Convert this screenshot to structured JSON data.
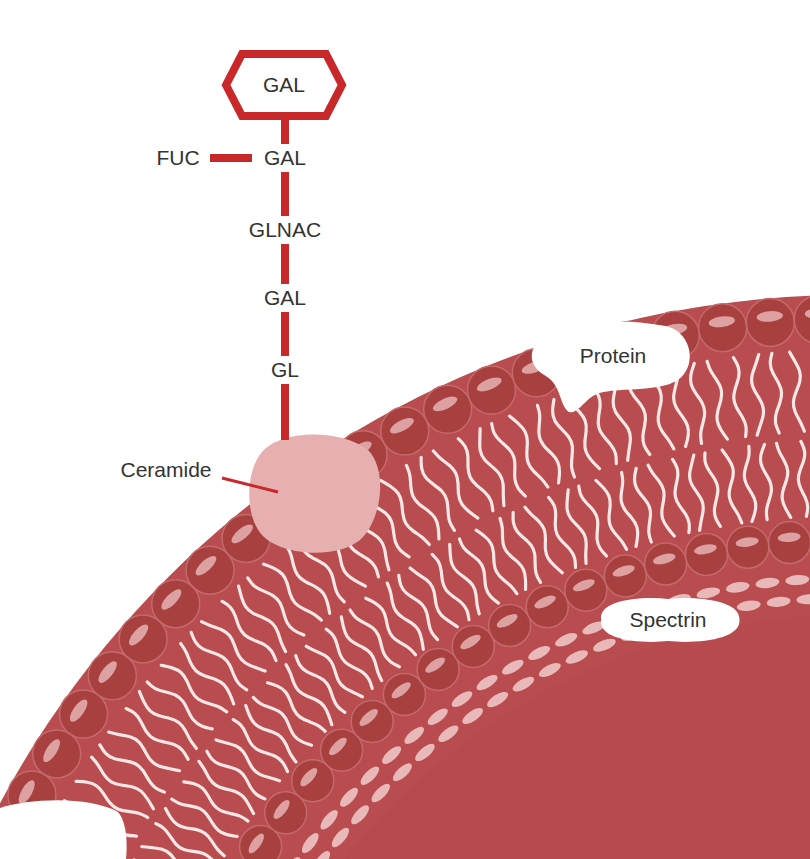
{
  "diagram": {
    "nodes": [
      {
        "text": [
          "GAL"
        ]
      },
      {
        "text": [
          "Protein"
        ]
      },
      {
        "text": [
          "Spectrin"
        ]
      }
    ],
    "labels": [
      "FUC",
      "GAL",
      "GLNAC",
      "GAL",
      "GL",
      "Ceramide"
    ]
  }
}
